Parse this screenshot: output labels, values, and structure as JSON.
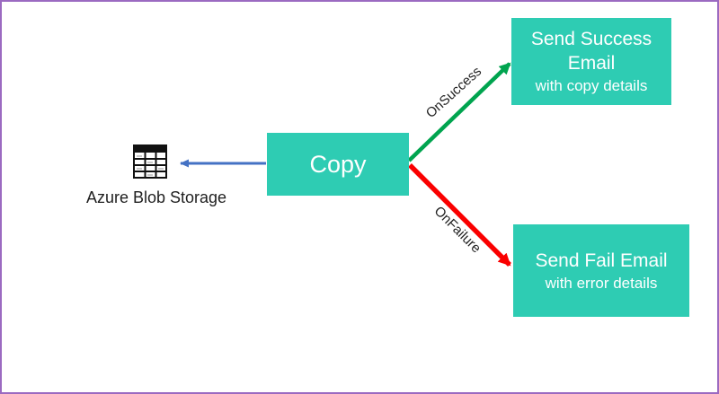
{
  "nodes": {
    "copy": {
      "label": "Copy"
    },
    "blob": {
      "label": "Azure Blob Storage"
    },
    "success": {
      "line1": "Send Success",
      "line2": "Email",
      "line3": "with copy details"
    },
    "fail": {
      "line1": "Send Fail Email",
      "line2": "with error details"
    }
  },
  "edges": {
    "on_success": {
      "label": "OnSuccess"
    },
    "on_failure": {
      "label": "OnFailure"
    }
  },
  "colors": {
    "node_teal": "#2eccb3",
    "arrow_blue": "#4472c4",
    "arrow_green": "#00a44f",
    "arrow_red": "#fa0000",
    "border_purple": "#9b6ac1",
    "label_text": "#1f1f1f",
    "node_text": "#ffffff",
    "icon_black": "#111111"
  }
}
